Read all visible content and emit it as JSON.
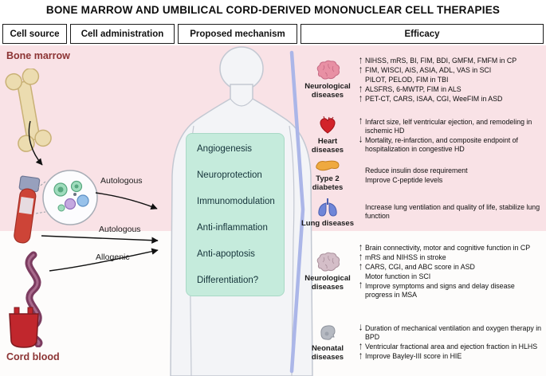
{
  "title": "BONE MARROW AND UMBILICAL CORD-DERIVED MONONUCLEAR CELL THERAPIES",
  "header": {
    "columns": [
      "Cell source",
      "Cell administration",
      "Proposed mechanism",
      "Efficacy"
    ]
  },
  "sources": {
    "bone_marrow": "Bone marrow",
    "cord_blood": "Cord blood"
  },
  "administration": {
    "labels": [
      "Autologous",
      "Autologous",
      "Allogenic"
    ]
  },
  "mechanisms": {
    "items": [
      "Angiogenesis",
      "Neuroprotection",
      "Immunomodulation",
      "Anti-inflammation",
      "Anti-apoptosis",
      "Differentiation?"
    ]
  },
  "efficacy": {
    "sections": [
      {
        "label": "Neurological diseases",
        "icon": "brain-icon",
        "entries": [
          {
            "arrow": "↑",
            "text": "NIHSS, mRS, BI, FIM, BDI, GMFM, FMFM in CP"
          },
          {
            "arrow": "↑",
            "text": "FIM, WISCI, AIS, ASIA, ADL, VAS in SCI"
          },
          {
            "arrow": "",
            "text": "PILOT, PELOD, FIM in TBI"
          },
          {
            "arrow": "↑",
            "text": "ALSFRS, 6-MWTP, FIM in ALS"
          },
          {
            "arrow": "↑",
            "text": "PET-CT, CARS, ISAA, CGI, WeeFIM in ASD"
          }
        ]
      },
      {
        "label": "Heart diseases",
        "icon": "heart-icon",
        "entries": [
          {
            "arrow": "↑",
            "text": "Infarct size, lelf ventricular ejection, and remodeling in ischemic HD"
          },
          {
            "arrow": "↓",
            "text": "Mortality, re-infarction, and composite endpoint of hospitalization in congestive HD"
          }
        ]
      },
      {
        "label": "Type 2 diabetes",
        "icon": "pancreas-icon",
        "entries": [
          {
            "arrow": "",
            "text": "Reduce insulin dose requirement"
          },
          {
            "arrow": "",
            "text": "Improve C-peptide levels"
          }
        ]
      },
      {
        "label": "Lung diseases",
        "icon": "lungs-icon",
        "entries": [
          {
            "arrow": "",
            "text": "Increase lung ventilation and quality of life, stabilize lung function"
          }
        ]
      },
      {
        "label": "Neurological diseases",
        "icon": "brain-icon",
        "entries": [
          {
            "arrow": "↑",
            "text": "Brain connectivity, motor and cognitive function in CP"
          },
          {
            "arrow": "↑",
            "text": "mRS and NIHSS in stroke"
          },
          {
            "arrow": "↑",
            "text": "CARS, CGI, and ABC score in ASD"
          },
          {
            "arrow": "",
            "text": "Motor function in SCI"
          },
          {
            "arrow": "↑",
            "text": "Improve symptoms and signs and delay disease progress in MSA"
          }
        ]
      },
      {
        "label": "Neonatal diseases",
        "icon": "baby-icon",
        "entries": [
          {
            "arrow": "↓",
            "text": "Duration of mechanical ventilation and oxygen therapy in BPD"
          },
          {
            "arrow": "↑",
            "text": "Ventricular fractional area and ejection fraction in HLHS"
          },
          {
            "arrow": "↑",
            "text": "Improve Bayley-III score in HIE"
          }
        ]
      }
    ]
  },
  "colors": {
    "pink_band": "#f9e2e6",
    "teal_box": "#c5ebdc",
    "source_label_red": "#8c3434",
    "bracket_blue": "#abb6e8",
    "heart_red": "#d2232a",
    "brain_pink": "#e890a4",
    "lungs_blue": "#6f86d8",
    "pancreas_orange": "#efa93f"
  }
}
